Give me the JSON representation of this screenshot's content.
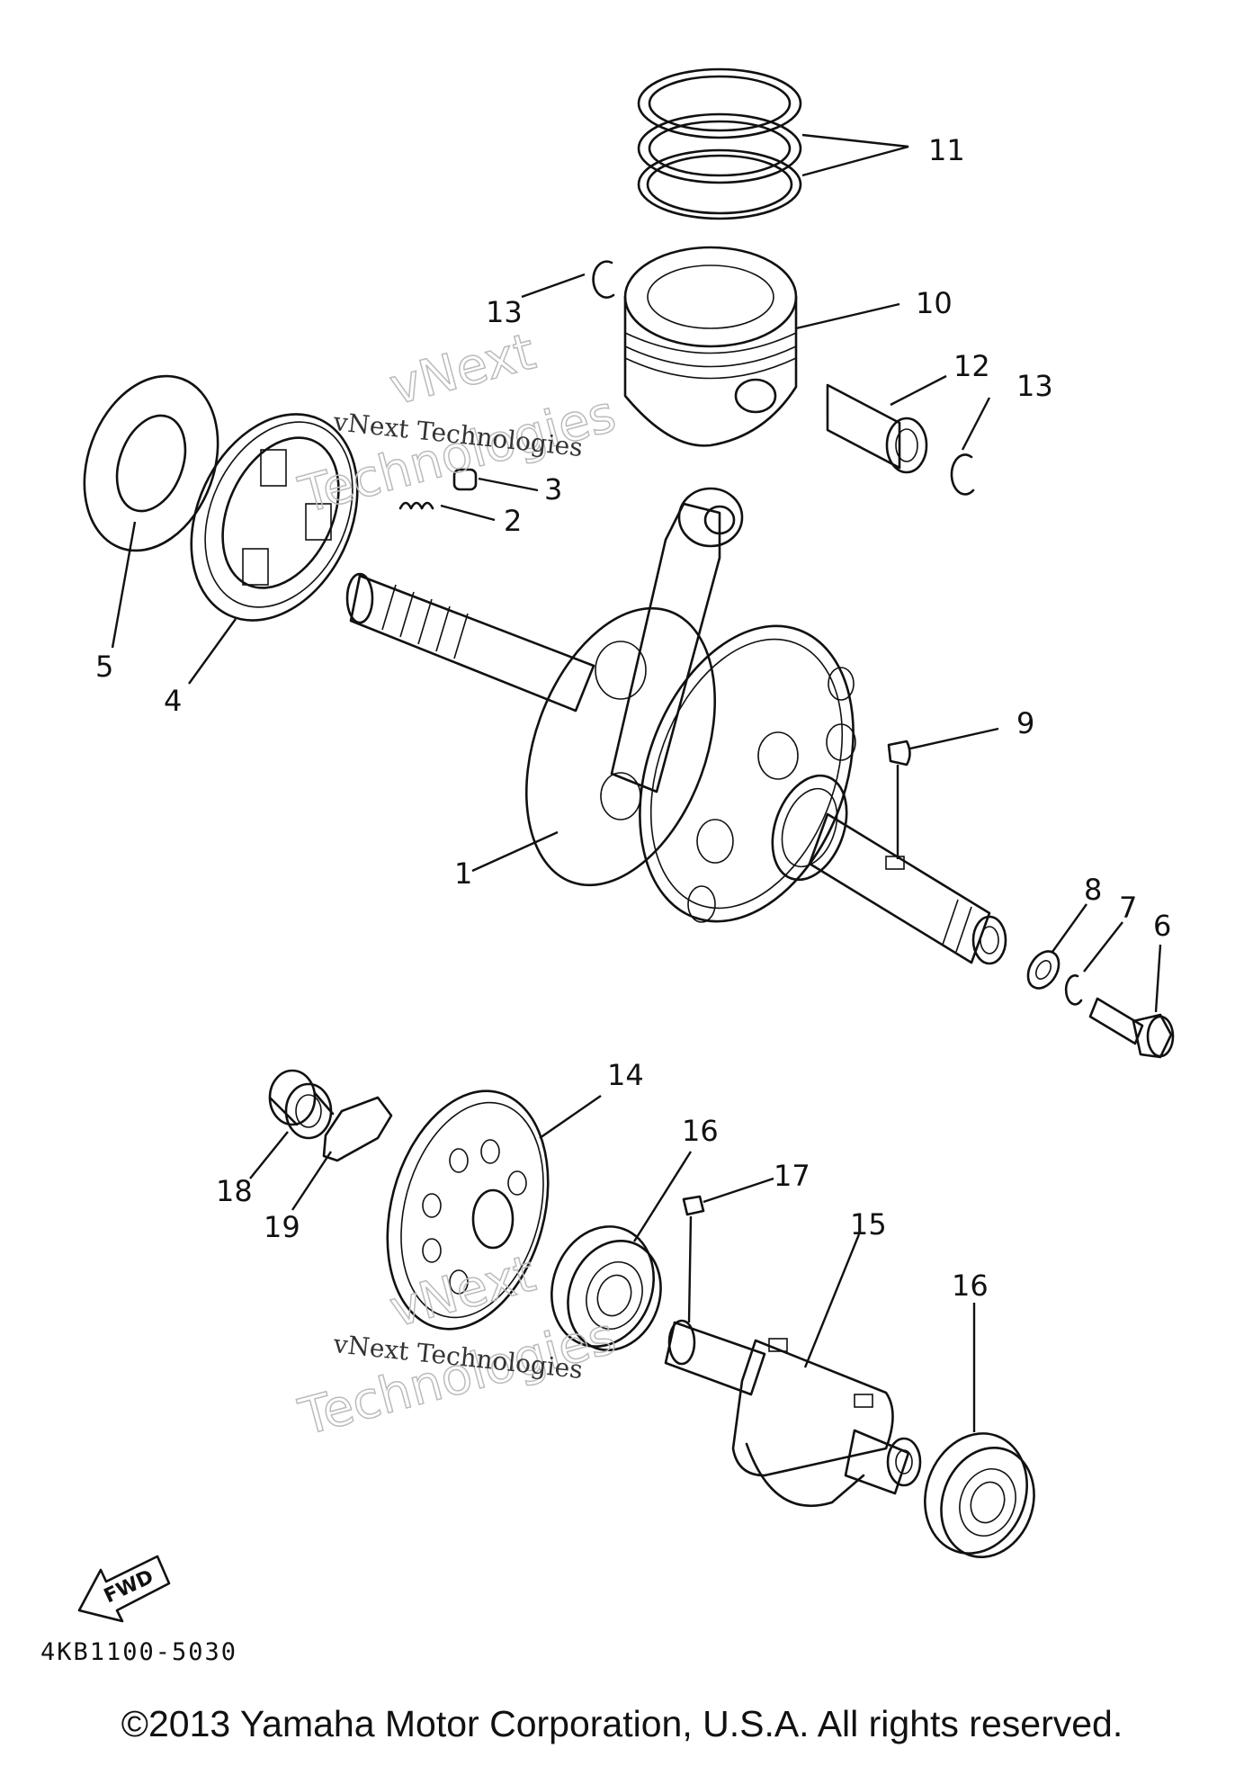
{
  "callouts": {
    "c1": "1",
    "c2": "2",
    "c3": "3",
    "c4": "4",
    "c5": "5",
    "c6": "6",
    "c7": "7",
    "c8": "8",
    "c9": "9",
    "c10": "10",
    "c11": "11",
    "c12": "12",
    "c13a": "13",
    "c13b": "13",
    "c14": "14",
    "c15": "15",
    "c16a": "16",
    "c16b": "16",
    "c17": "17",
    "c18": "18",
    "c19": "19"
  },
  "watermark": {
    "company": "vNext Technologies",
    "brand_top": "vNext",
    "brand_bottom": "Technologies"
  },
  "fwd_label": "FWD",
  "diagram_code": "4KB1100-5030",
  "copyright": "©2013 Yamaha Motor Corporation, U.S.A. All rights reserved."
}
